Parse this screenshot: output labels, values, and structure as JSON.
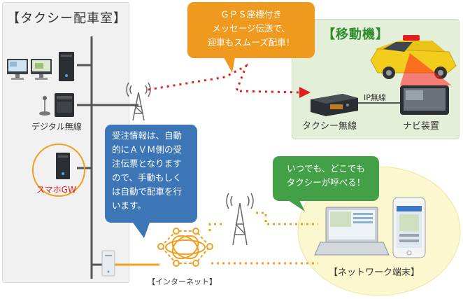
{
  "left_panel": {
    "title": "【タクシー配車室】"
  },
  "right_panel": {
    "title": "【移動機】"
  },
  "labels": {
    "digital_radio": "デジタル無線",
    "smartphone_gw": "スマホGW",
    "taxi_radio": "タクシー無線",
    "navi": "ナビ装置",
    "ip_radio": "IP無線",
    "internet": "【インターネット】",
    "network_terminal": "【ネットワーク端末】"
  },
  "bubbles": {
    "gps": "ＧＰＳ座標付き\nメッセージ伝送で、\n迎車もスムーズ配車！",
    "order": "受注情報は、自動\n的にＡＶＭ側の受\n注伝票となります\nので、手動もしく\nは自動で配車を行\nいます。",
    "anywhere": "いつでも、どこでも\nタクシーが呼べる！"
  },
  "colors": {
    "orange": "#ef9a1e",
    "blue": "#3c76b7",
    "green": "#43a047",
    "red": "#e02020",
    "highlight": "#f0a020"
  }
}
